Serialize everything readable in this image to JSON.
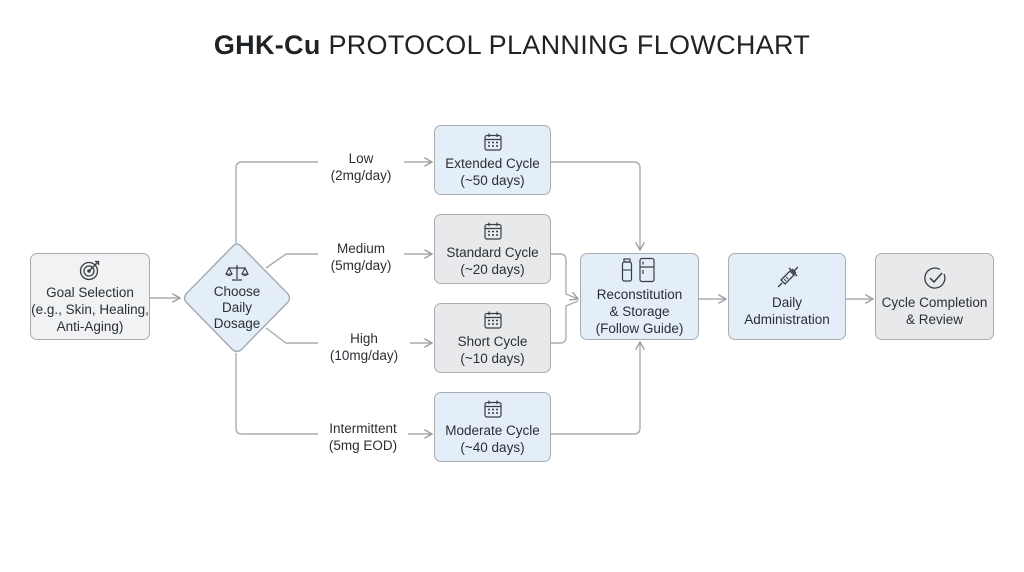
{
  "title": {
    "bold": "GHK-Cu",
    "rest": "PROTOCOL PLANNING FLOWCHART"
  },
  "goal": {
    "line1": "Goal Selection",
    "line2": "(e.g., Skin, Healing,",
    "line3": "Anti-Aging)"
  },
  "decision": {
    "line1": "Choose",
    "line2": "Daily",
    "line3": "Dosage"
  },
  "branches": [
    {
      "dose": "Low",
      "amount": "(2mg/day)",
      "cycle": "Extended Cycle",
      "days": "(~50 days)"
    },
    {
      "dose": "Medium",
      "amount": "(5mg/day)",
      "cycle": "Standard Cycle",
      "days": "(~20 days)"
    },
    {
      "dose": "High",
      "amount": "(10mg/day)",
      "cycle": "Short Cycle",
      "days": "(~10 days)"
    },
    {
      "dose": "Intermittent",
      "amount": "(5mg EOD)",
      "cycle": "Moderate Cycle",
      "days": "(~40 days)"
    }
  ],
  "reconstitution": {
    "line1": "Reconstitution",
    "line2": "& Storage",
    "line3": "(Follow Guide)"
  },
  "administration": {
    "line1": "Daily",
    "line2": "Administration"
  },
  "completion": {
    "line1": "Cycle Completion",
    "line2": "& Review"
  },
  "icons": [
    "target-icon",
    "scale-icon",
    "calendar-icon",
    "vial-fridge-icon",
    "syringe-icon",
    "check-circle-icon"
  ],
  "colors": {
    "blue_fill": "#e4eef8",
    "gray_fill": "#e8e9eb",
    "border": "#a9adb2",
    "line": "#9a9ea3"
  }
}
